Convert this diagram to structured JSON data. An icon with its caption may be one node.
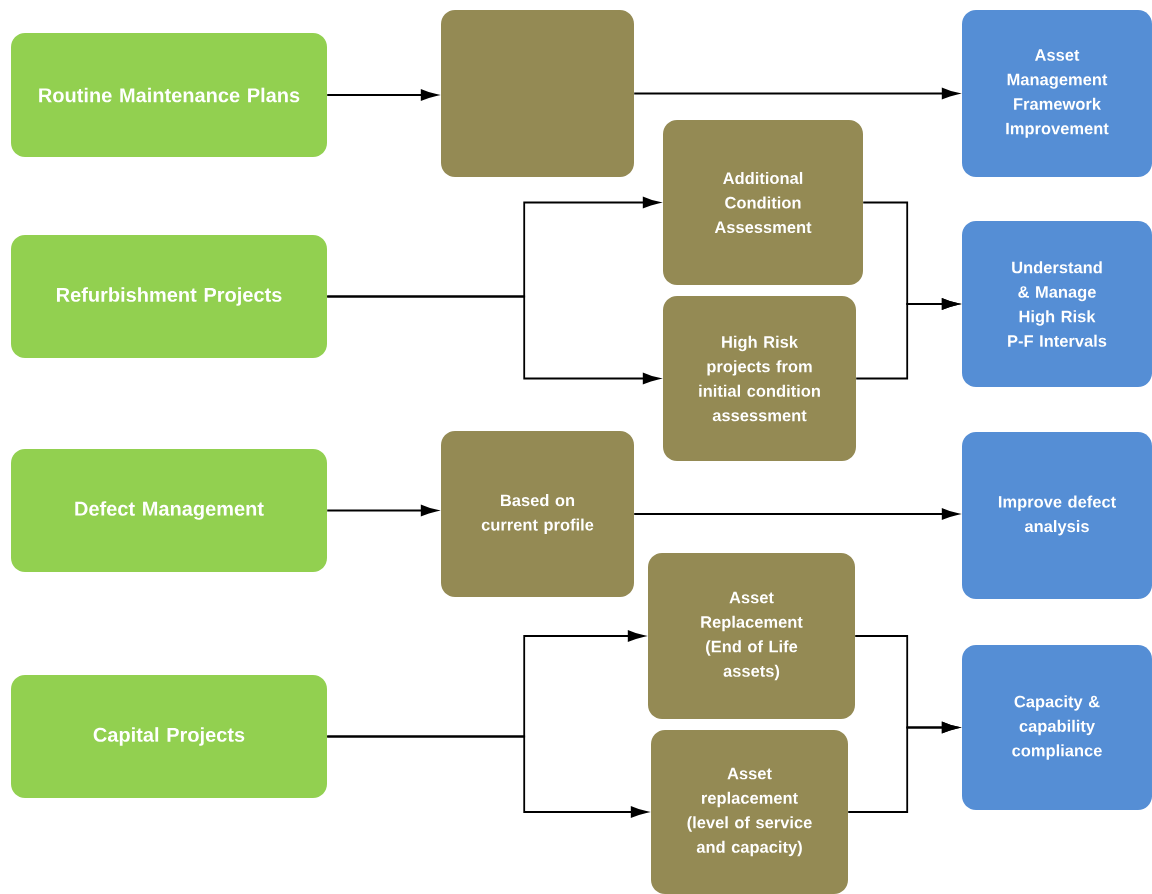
{
  "diagram": {
    "nodes": [
      {
        "text": [
          "Routine Maintenance Plans"
        ]
      },
      {
        "text": [],
        "shape": "box"
      },
      {
        "text": [
          "Asset Management Framework Improvement"
        ]
      },
      {
        "text": [
          "Refurbishment Projects"
        ]
      },
      {
        "text": [
          "Additional Condition Assessment"
        ]
      },
      {
        "text": [
          "High Risk projects from initial condition assessment"
        ]
      },
      {
        "text": [
          "Understand & Manage High Risk P-F Intervals"
        ]
      },
      {
        "text": [
          "Defect Management"
        ]
      },
      {
        "text": [
          "Based on current profile"
        ]
      },
      {
        "text": [
          "Improve defect analysis"
        ]
      },
      {
        "text": [
          "Capital Projects"
        ]
      },
      {
        "text": [
          "Asset Replacement (End of Life assets)"
        ]
      },
      {
        "text": [
          "Asset replacement (level of service and capacity)"
        ]
      },
      {
        "text": [
          "Capacity & capability compliance"
        ]
      }
    ],
    "edges": [
      {
        "from": 0,
        "to": 1,
        "arrow": "to"
      },
      {
        "from": 1,
        "to": 2,
        "arrow": "to"
      },
      {
        "from": 3,
        "to": 4,
        "arrow": "to"
      },
      {
        "from": 3,
        "to": 5,
        "arrow": "to"
      },
      {
        "from": 4,
        "to": 6,
        "arrow": "to"
      },
      {
        "from": 5,
        "to": 6,
        "arrow": "to"
      },
      {
        "from": 7,
        "to": 8,
        "arrow": "to"
      },
      {
        "from": 8,
        "to": 9,
        "arrow": "to"
      },
      {
        "from": 10,
        "to": 11,
        "arrow": "to"
      },
      {
        "from": 10,
        "to": 12,
        "arrow": "to"
      },
      {
        "from": 11,
        "to": 13,
        "arrow": "to"
      },
      {
        "from": 12,
        "to": 13,
        "arrow": "to"
      }
    ]
  }
}
